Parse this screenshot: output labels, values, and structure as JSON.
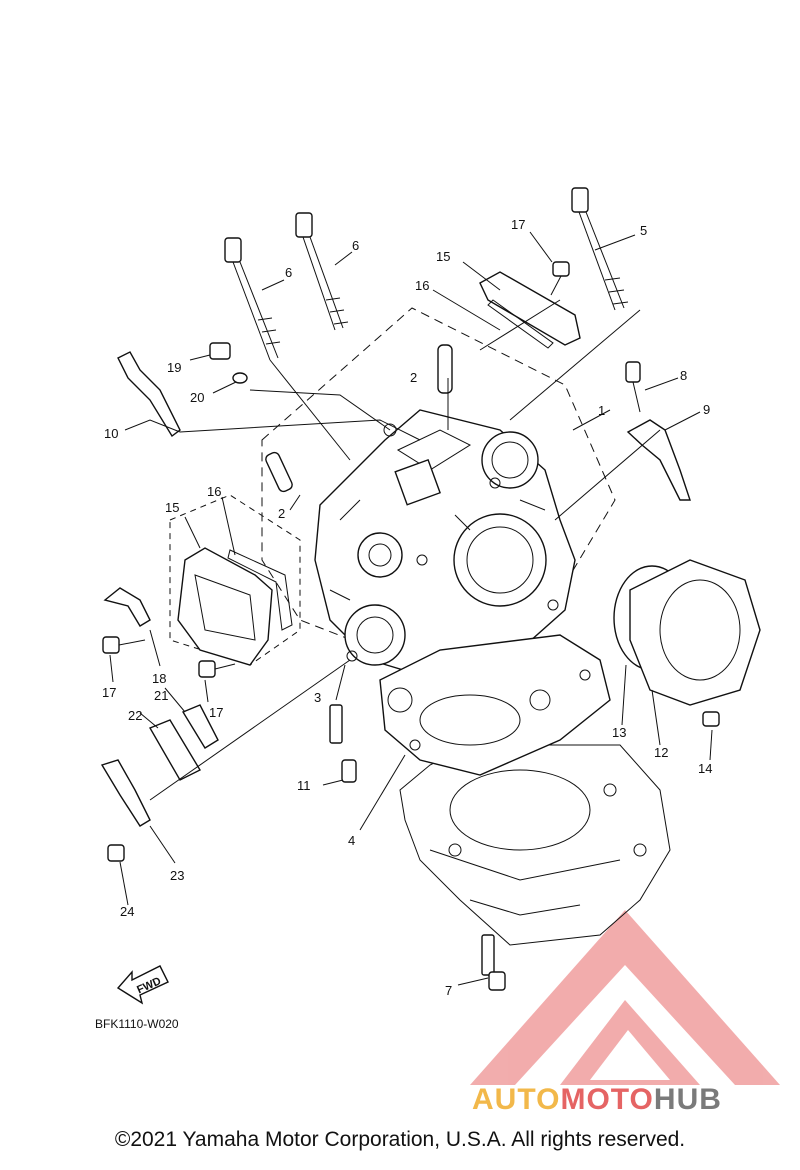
{
  "diagram": {
    "drawing_code": "BFK1110-W020",
    "fwd_label": "FWD",
    "callouts": {
      "c1": "1",
      "c2a": "2",
      "c2b": "2",
      "c3": "3",
      "c4": "4",
      "c5": "5",
      "c6a": "6",
      "c6b": "6",
      "c7": "7",
      "c8": "8",
      "c9": "9",
      "c10": "10",
      "c11": "11",
      "c12": "12",
      "c13": "13",
      "c14": "14",
      "c15a": "15",
      "c15b": "15",
      "c16a": "16",
      "c16b": "16",
      "c17a": "17",
      "c17b": "17",
      "c17c": "17",
      "c18": "18",
      "c19": "19",
      "c20": "20",
      "c21": "21",
      "c22": "22",
      "c23": "23",
      "c24": "24"
    }
  },
  "watermark": {
    "logo_text_1": "AUTO",
    "logo_text_2": "MOTO",
    "logo_text_3": "HUB",
    "colors": {
      "orange": "#f2b84a",
      "red": "#e56464",
      "gray": "#7a7a7a"
    }
  },
  "footer": {
    "copyright": "©2021 Yamaha Motor Corporation, U.S.A. All rights reserved."
  }
}
